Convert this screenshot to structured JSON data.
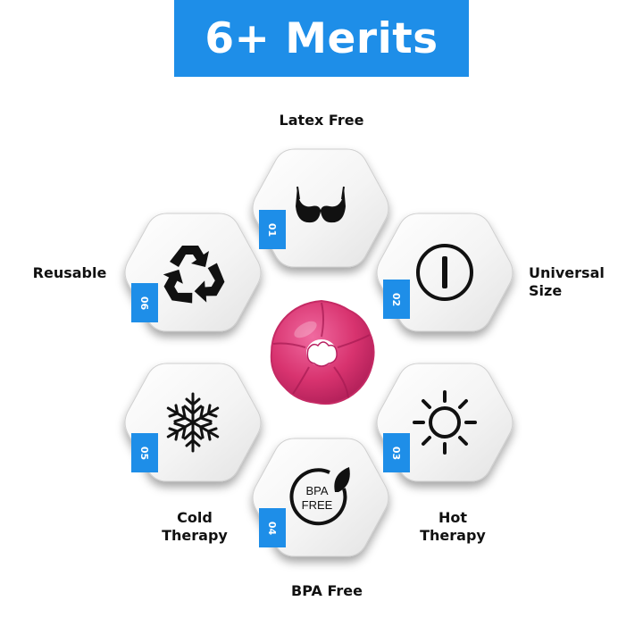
{
  "header": {
    "title": "6+ Merits"
  },
  "merits": [
    {
      "number": "01",
      "label": "Latex Free",
      "icon": "bra-icon"
    },
    {
      "number": "02",
      "label": "Universal\nSize",
      "icon": "power-icon"
    },
    {
      "number": "03",
      "label": "Hot\nTherapy",
      "icon": "sun-icon"
    },
    {
      "number": "04",
      "label": "BPA Free",
      "icon": "bpa-free-leaf-icon",
      "icon_text_1": "BPA",
      "icon_text_2": "FREE"
    },
    {
      "number": "05",
      "label": "Cold\nTherapy",
      "icon": "snowflake-icon"
    },
    {
      "number": "06",
      "label": "Reusable",
      "icon": "recycle-icon"
    }
  ],
  "center_product": {
    "name": "gel-pad-image",
    "color": "#d6336c"
  },
  "colors": {
    "accent": "#1e8ee8",
    "tile": "#f2f2f2",
    "text": "#111111"
  }
}
